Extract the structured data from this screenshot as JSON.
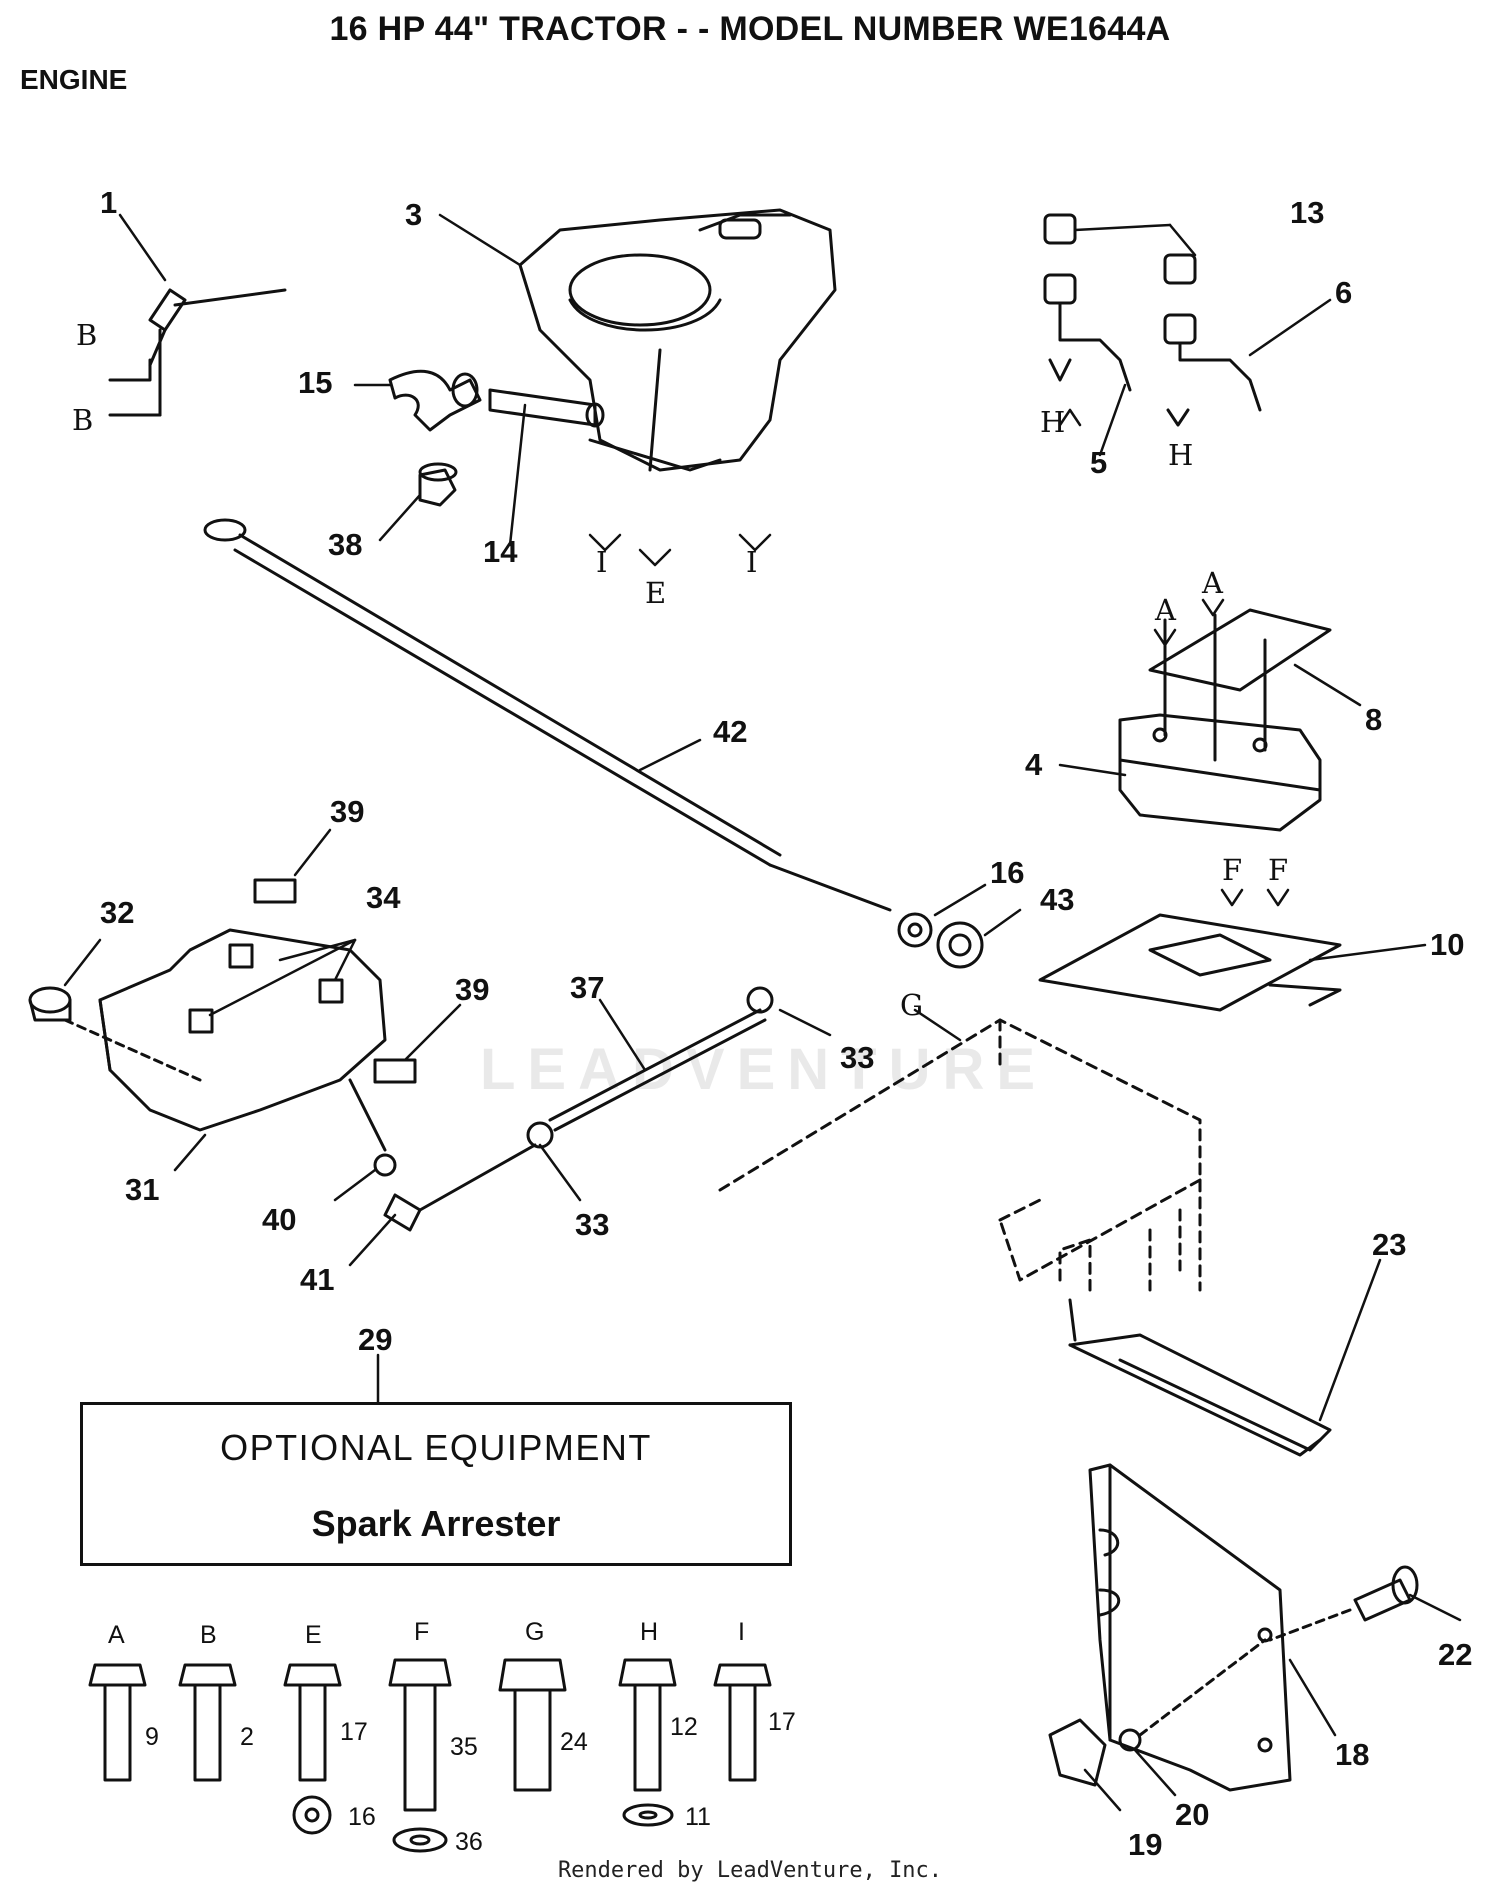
{
  "header": {
    "title": "16 HP 44\" TRACTOR - - MODEL NUMBER WE1644A",
    "section": "ENGINE"
  },
  "callouts": [
    "1",
    "3",
    "13",
    "6",
    "15",
    "14",
    "38",
    "5",
    "42",
    "8",
    "4",
    "39",
    "34",
    "32",
    "16",
    "43",
    "10",
    "39",
    "37",
    "33",
    "33",
    "31",
    "40",
    "41",
    "33",
    "23",
    "29",
    "22",
    "18",
    "20",
    "19"
  ],
  "ref_letters": [
    "B",
    "B",
    "H",
    "H",
    "I",
    "E",
    "I",
    "A",
    "A",
    "F",
    "F",
    "G"
  ],
  "optional_box": {
    "title": "OPTIONAL EQUIPMENT",
    "item": "Spark Arrester"
  },
  "hardware": [
    {
      "letter": "A",
      "part": "9"
    },
    {
      "letter": "B",
      "part": "2"
    },
    {
      "letter": "E",
      "part": "17",
      "washer": "16"
    },
    {
      "letter": "F",
      "part": "35",
      "washer": "36"
    },
    {
      "letter": "G",
      "part": "24"
    },
    {
      "letter": "H",
      "part": "12",
      "washer": "11"
    },
    {
      "letter": "I",
      "part": "17"
    }
  ],
  "watermark": "LEADVENTURE",
  "footer": "Rendered by LeadVenture, Inc."
}
